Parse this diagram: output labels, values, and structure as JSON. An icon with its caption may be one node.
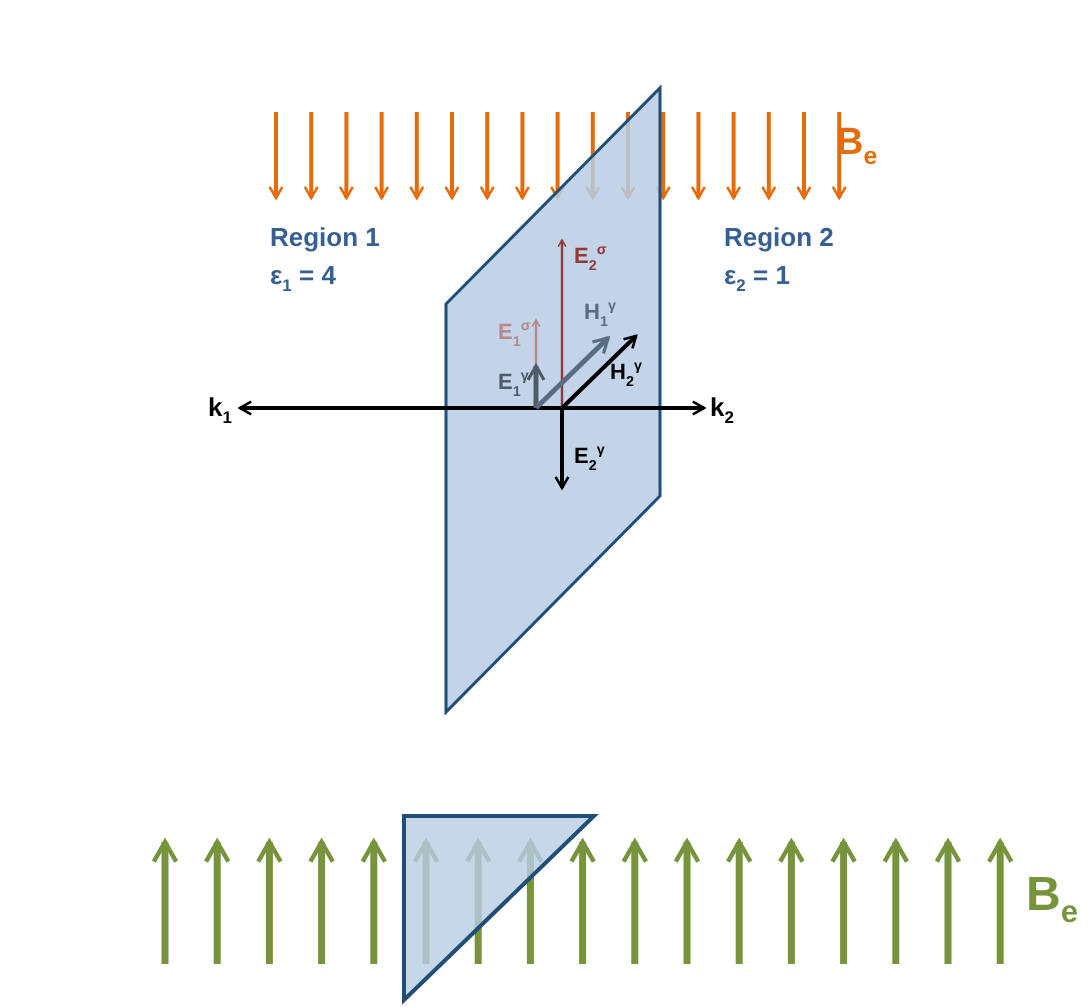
{
  "diagram": {
    "labels": [
      "**B**$_{e}$",
      "Region 1",
      "Region 2",
      "ε$_{1}$ = 4",
      "ε$_{2}$ = 1",
      "E$_{2}$$^{σ}$",
      "H$_{1}$$^{γ}$",
      "E$_{1}$$^{σ}$",
      "H$_{2}$$^{γ}$",
      "E$_{1}$$^{γ}$",
      "k$_{1}$",
      "k$_{2}$",
      "E$_{2}$$^{γ}$",
      "**B**$_{e}$"
    ]
  }
}
